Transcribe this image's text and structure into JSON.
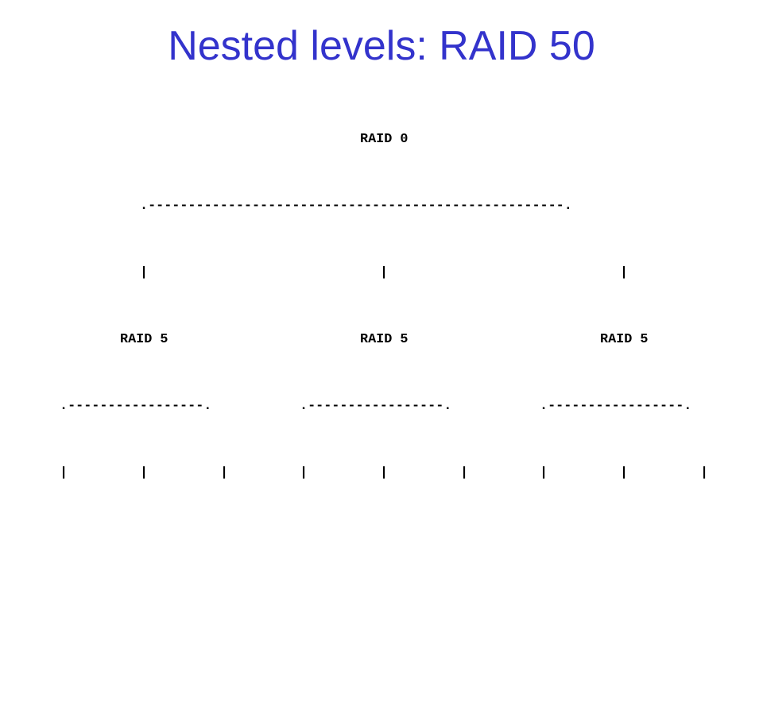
{
  "slide": {
    "title": "Nested levels: RAID 50",
    "diagram": {
      "root_label": "RAID 0",
      "root_branch": ".----------------------------------------------------.",
      "root_connectors": [
        "|",
        "|",
        "|"
      ],
      "child_labels": [
        "RAID 5",
        "RAID 5",
        "RAID 5"
      ],
      "child_branches": [
        ".-----------------.",
        ".-----------------.",
        ".-----------------."
      ],
      "leaf_connectors": [
        "|",
        "|",
        "|",
        "|",
        "|",
        "|",
        "|",
        "|",
        "|"
      ]
    }
  },
  "colors": {
    "title": "#3333cc",
    "text": "#000000",
    "background": "#ffffff"
  }
}
